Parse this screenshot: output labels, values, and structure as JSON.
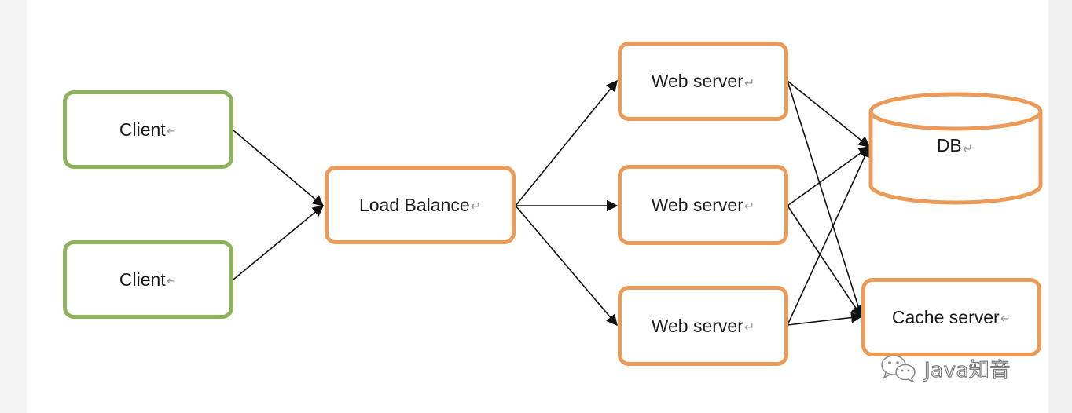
{
  "nodes": {
    "client_1": "Client",
    "client_2": "Client",
    "load_balance": "Load Balance",
    "web_server_1": "Web server",
    "web_server_2": "Web server",
    "web_server_3": "Web server",
    "db": "DB",
    "cache_server": "Cache server"
  },
  "paragraph_mark": "↵",
  "watermark": {
    "icon": "wechat-icon",
    "text": "Java知音"
  },
  "colors": {
    "client_border": "#8db25a",
    "server_border": "#ec9a57",
    "edge": "#111111"
  }
}
